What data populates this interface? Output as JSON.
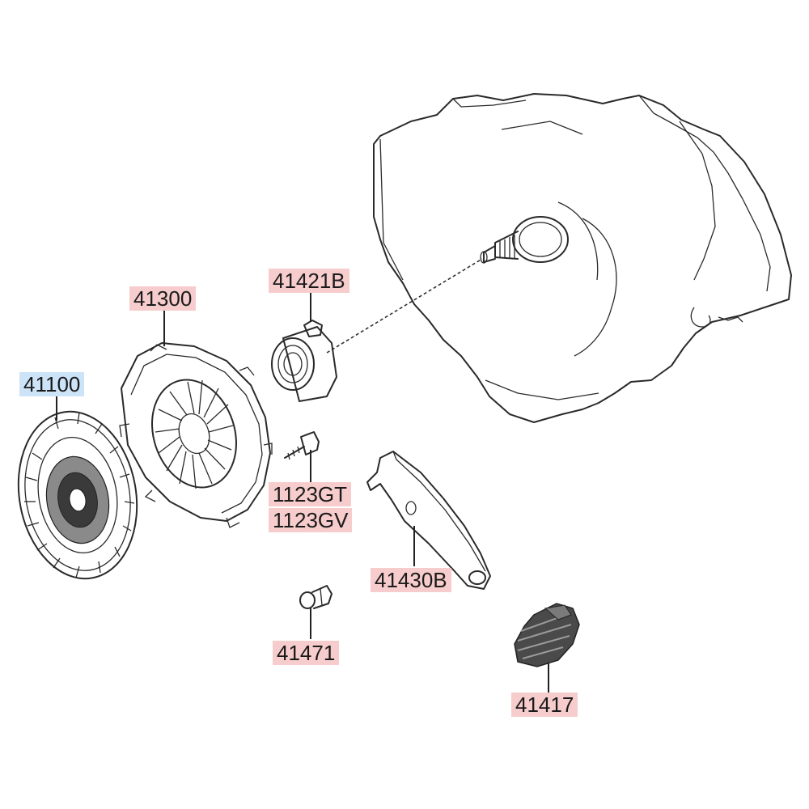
{
  "colors": {
    "highlight_red": "#f7cccc",
    "highlight_blue": "#cde3f7",
    "line": "#2a2a2a"
  },
  "parts": {
    "clutch_disc": {
      "number": "41100",
      "highlight": "blue"
    },
    "pressure_plate": {
      "number": "41300",
      "highlight": "red"
    },
    "release_bearing": {
      "number": "41421B",
      "highlight": "red"
    },
    "bolt_a": {
      "number": "1123GT",
      "highlight": "red"
    },
    "bolt_b": {
      "number": "1123GV",
      "highlight": "red"
    },
    "release_fork": {
      "number": "41430B",
      "highlight": "red"
    },
    "fulcrum": {
      "number": "41471",
      "highlight": "red"
    },
    "boot": {
      "number": "41417",
      "highlight": "red"
    }
  }
}
